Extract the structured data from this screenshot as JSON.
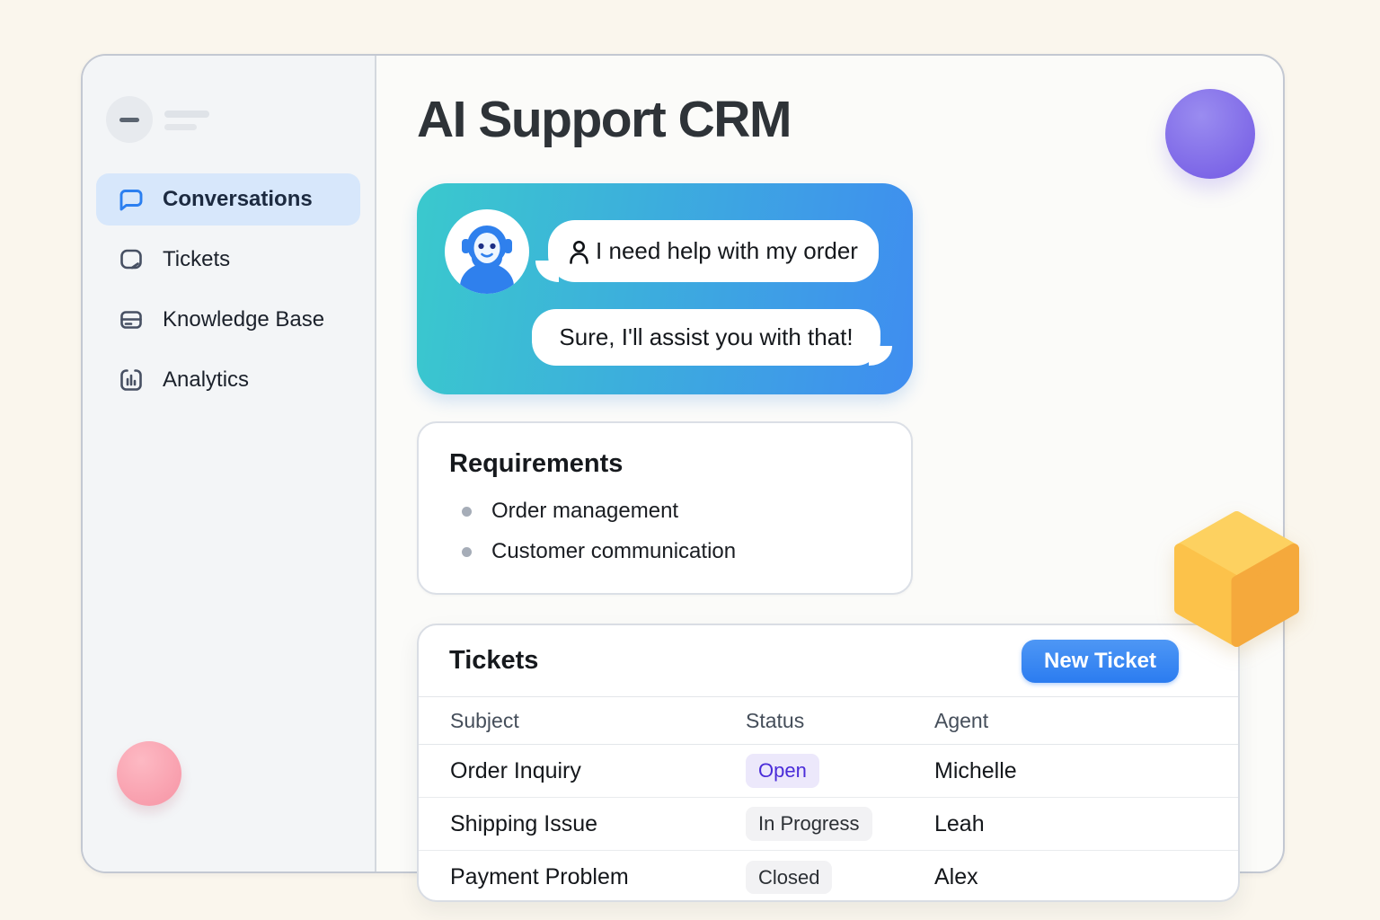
{
  "app": {
    "title": "AI Support CRM"
  },
  "sidebar": {
    "items": [
      {
        "label": "Conversations",
        "icon": "chat-bubble-icon",
        "active": true
      },
      {
        "label": "Tickets",
        "icon": "ticket-icon",
        "active": false
      },
      {
        "label": "Knowledge Base",
        "icon": "knowledge-base-icon",
        "active": false
      },
      {
        "label": "Analytics",
        "icon": "analytics-icon",
        "active": false
      }
    ]
  },
  "chat": {
    "messages": [
      {
        "from": "customer",
        "text": "I need help with my order"
      },
      {
        "from": "agent",
        "text": "Sure, I'll assist you with that!"
      }
    ]
  },
  "requirements": {
    "title": "Requirements",
    "items": [
      "Order management",
      "Customer communication"
    ]
  },
  "tickets": {
    "title": "Tickets",
    "new_ticket_label": "New Ticket",
    "columns": [
      "Subject",
      "Status",
      "Agent"
    ],
    "rows": [
      {
        "subject": "Order Inquiry",
        "status": "Open",
        "status_style": "open",
        "agent": "Michelle"
      },
      {
        "subject": "Shipping Issue",
        "status": "In Progress",
        "status_style": "neutral",
        "agent": "Leah"
      },
      {
        "subject": "Payment Problem",
        "status": "Closed",
        "status_style": "neutral",
        "agent": "Alex"
      }
    ]
  },
  "colors": {
    "background": "#faf6ed",
    "accent_blue": "#2f80ed",
    "chat_gradient_start": "#3ac9cd",
    "chat_gradient_end": "#3f8df0",
    "active_nav_bg": "#d7e7fb",
    "badge_open_bg": "#ece8fb",
    "badge_open_text": "#4a2cd9",
    "badge_neutral_bg": "#f2f2f4",
    "purple_ball": "#8a79e8",
    "pink_ball": "#f9a8b4",
    "cube_top": "#fdd160",
    "cube_left": "#fcc24a",
    "cube_right": "#f5a93c"
  }
}
